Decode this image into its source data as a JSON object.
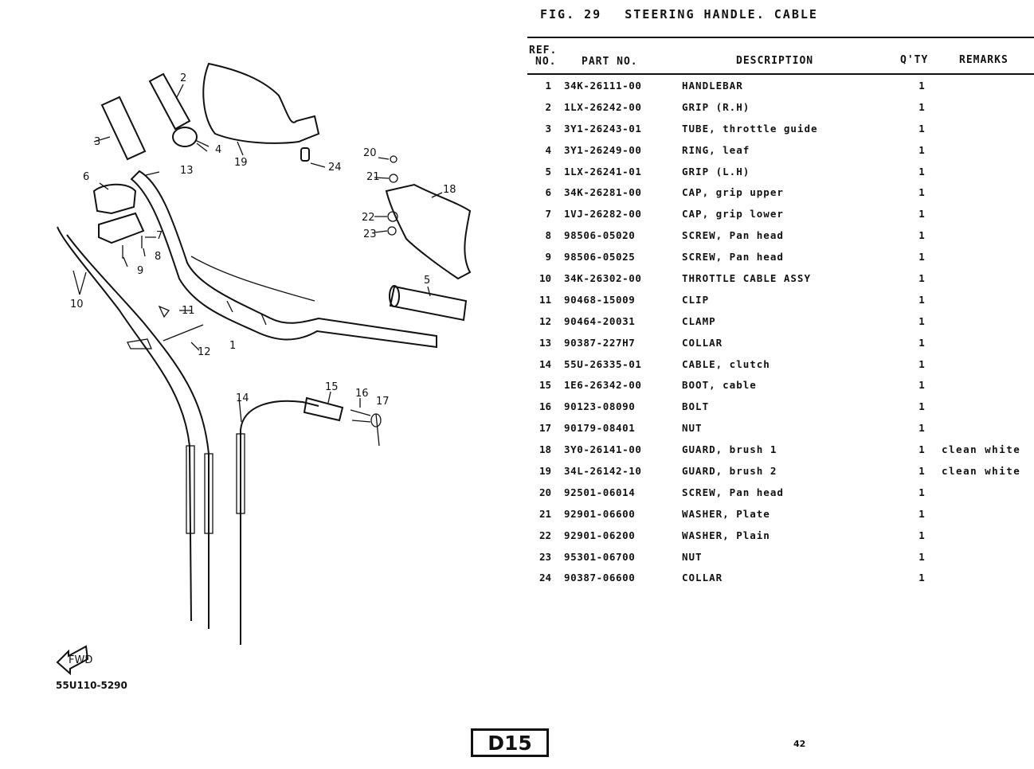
{
  "figure": {
    "label": "FIG. 29",
    "title": "STEERING HANDLE. CABLE"
  },
  "table": {
    "headers": {
      "ref_line1": "REF.",
      "ref_line2": "NO.",
      "part_no": "PART NO.",
      "description": "DESCRIPTION",
      "qty": "Q'TY",
      "remarks": "REMARKS"
    },
    "rows": [
      {
        "ref": "1",
        "part": "34K-26111-00",
        "desc": "HANDLEBAR",
        "qty": "1",
        "remarks": ""
      },
      {
        "ref": "2",
        "part": "1LX-26242-00",
        "desc": "GRIP (R.H)",
        "qty": "1",
        "remarks": ""
      },
      {
        "ref": "3",
        "part": "3Y1-26243-01",
        "desc": "TUBE, throttle guide",
        "qty": "1",
        "remarks": ""
      },
      {
        "ref": "4",
        "part": "3Y1-26249-00",
        "desc": "RING, leaf",
        "qty": "1",
        "remarks": ""
      },
      {
        "ref": "5",
        "part": "1LX-26241-01",
        "desc": "GRIP (L.H)",
        "qty": "1",
        "remarks": ""
      },
      {
        "ref": "6",
        "part": "34K-26281-00",
        "desc": "CAP, grip upper",
        "qty": "1",
        "remarks": ""
      },
      {
        "ref": "7",
        "part": "1VJ-26282-00",
        "desc": "CAP, grip lower",
        "qty": "1",
        "remarks": ""
      },
      {
        "ref": "8",
        "part": "98506-05020",
        "desc": "SCREW, Pan head",
        "qty": "1",
        "remarks": ""
      },
      {
        "ref": "9",
        "part": "98506-05025",
        "desc": "SCREW, Pan head",
        "qty": "1",
        "remarks": ""
      },
      {
        "ref": "10",
        "part": "34K-26302-00",
        "desc": "THROTTLE CABLE ASSY",
        "qty": "1",
        "remarks": ""
      },
      {
        "ref": "11",
        "part": "90468-15009",
        "desc": "CLIP",
        "qty": "1",
        "remarks": ""
      },
      {
        "ref": "12",
        "part": "90464-20031",
        "desc": "CLAMP",
        "qty": "1",
        "remarks": ""
      },
      {
        "ref": "13",
        "part": "90387-227H7",
        "desc": "COLLAR",
        "qty": "1",
        "remarks": ""
      },
      {
        "ref": "14",
        "part": "55U-26335-01",
        "desc": "CABLE, clutch",
        "qty": "1",
        "remarks": ""
      },
      {
        "ref": "15",
        "part": "1E6-26342-00",
        "desc": "BOOT, cable",
        "qty": "1",
        "remarks": ""
      },
      {
        "ref": "16",
        "part": "90123-08090",
        "desc": "BOLT",
        "qty": "1",
        "remarks": ""
      },
      {
        "ref": "17",
        "part": "90179-08401",
        "desc": "NUT",
        "qty": "1",
        "remarks": ""
      },
      {
        "ref": "18",
        "part": "3Y0-26141-00",
        "desc": "GUARD, brush 1",
        "qty": "1",
        "remarks": "clean white"
      },
      {
        "ref": "19",
        "part": "34L-26142-10",
        "desc": "GUARD, brush 2",
        "qty": "1",
        "remarks": "clean white"
      },
      {
        "ref": "20",
        "part": "92501-06014",
        "desc": "SCREW, Pan head",
        "qty": "1",
        "remarks": ""
      },
      {
        "ref": "21",
        "part": "92901-06600",
        "desc": "WASHER, Plate",
        "qty": "1",
        "remarks": ""
      },
      {
        "ref": "22",
        "part": "92901-06200",
        "desc": "WASHER, Plain",
        "qty": "1",
        "remarks": ""
      },
      {
        "ref": "23",
        "part": "95301-06700",
        "desc": "NUT",
        "qty": "1",
        "remarks": ""
      },
      {
        "ref": "24",
        "part": "90387-06600",
        "desc": "COLLAR",
        "qty": "1",
        "remarks": ""
      }
    ]
  },
  "diagram": {
    "code": "55U110-5290",
    "front_label": "FWD",
    "callouts": [
      "1",
      "2",
      "3",
      "4",
      "5",
      "6",
      "7",
      "8",
      "9",
      "10",
      "11",
      "12",
      "13",
      "14",
      "15",
      "16",
      "17",
      "18",
      "19",
      "20",
      "21",
      "22",
      "23",
      "24"
    ]
  },
  "footer": {
    "section": "D15",
    "page": "42"
  }
}
